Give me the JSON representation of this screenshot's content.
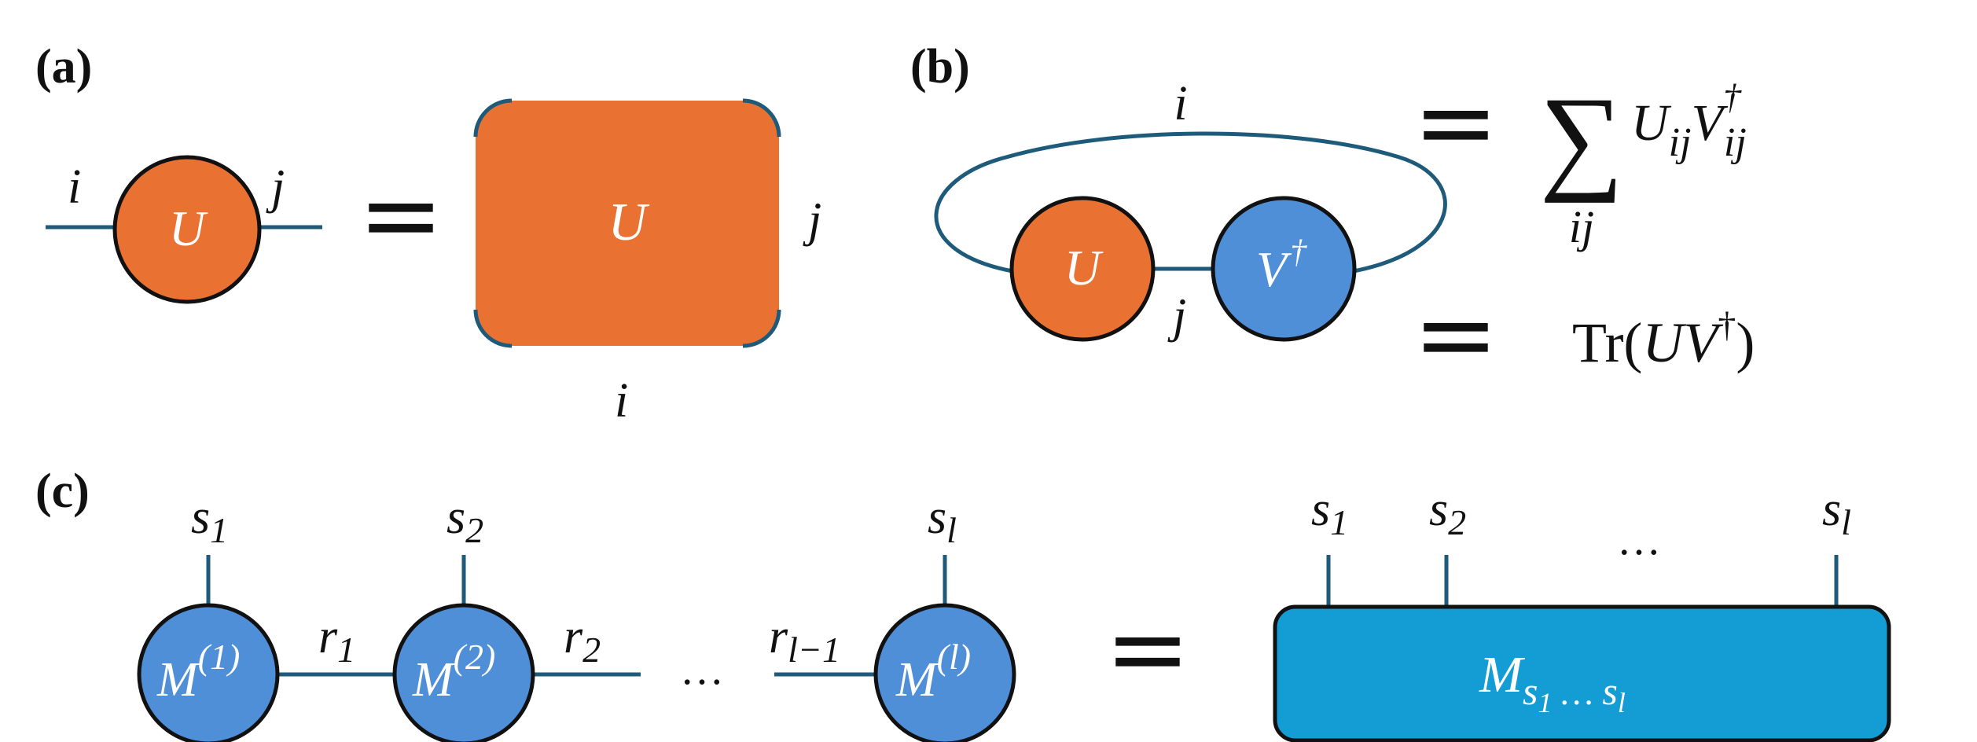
{
  "colors": {
    "orange": "#E97232",
    "blue": "#4F8FD8",
    "cyan": "#149DD4",
    "edge": "#1E5A7A",
    "outline": "#111111"
  },
  "panel_a": {
    "label": "(a)",
    "node_label": "U",
    "left_index": "i",
    "right_index": "j",
    "equals": "=",
    "matrix_label": "U",
    "matrix_right_index": "j",
    "matrix_bottom_index": "i"
  },
  "panel_b": {
    "label": "(b)",
    "loop_index": "i",
    "left_node": "U",
    "right_node": "V",
    "right_node_sup": "†",
    "bond_index": "j",
    "equals_1": "=",
    "sum_symbol": "∑",
    "sum_subscript": "ij",
    "sum_term_u": "U",
    "sum_term_u_sub": "ij",
    "sum_term_v": "V",
    "sum_term_v_sup": "†",
    "sum_term_v_sub": "ij",
    "equals_2": "=",
    "trace_open": "Tr(",
    "trace_u": "UV",
    "trace_sup": "†",
    "trace_close": ")"
  },
  "panel_c": {
    "label": "(c)",
    "nodes": [
      {
        "base": "M",
        "sup": "(1)",
        "phys": "s",
        "phys_sub": "1"
      },
      {
        "base": "M",
        "sup": "(2)",
        "phys": "s",
        "phys_sub": "2"
      },
      {
        "base": "M",
        "sup": "(l)",
        "phys": "s",
        "phys_sub": "l"
      }
    ],
    "bonds": [
      {
        "base": "r",
        "sub": "1"
      },
      {
        "base": "r",
        "sub": "2"
      },
      {
        "base": "r",
        "sub": "l−1"
      }
    ],
    "chain_ellipsis": "…",
    "equals": "=",
    "tensor_legs": [
      {
        "base": "s",
        "sub": "1"
      },
      {
        "base": "s",
        "sub": "2"
      },
      {
        "base": "s",
        "sub": "l"
      }
    ],
    "legs_ellipsis": "…",
    "tensor_base": "M",
    "tensor_sub": "s",
    "tensor_sub_1": "1",
    "tensor_sub_mid": " … ",
    "tensor_sub_l": "l"
  }
}
